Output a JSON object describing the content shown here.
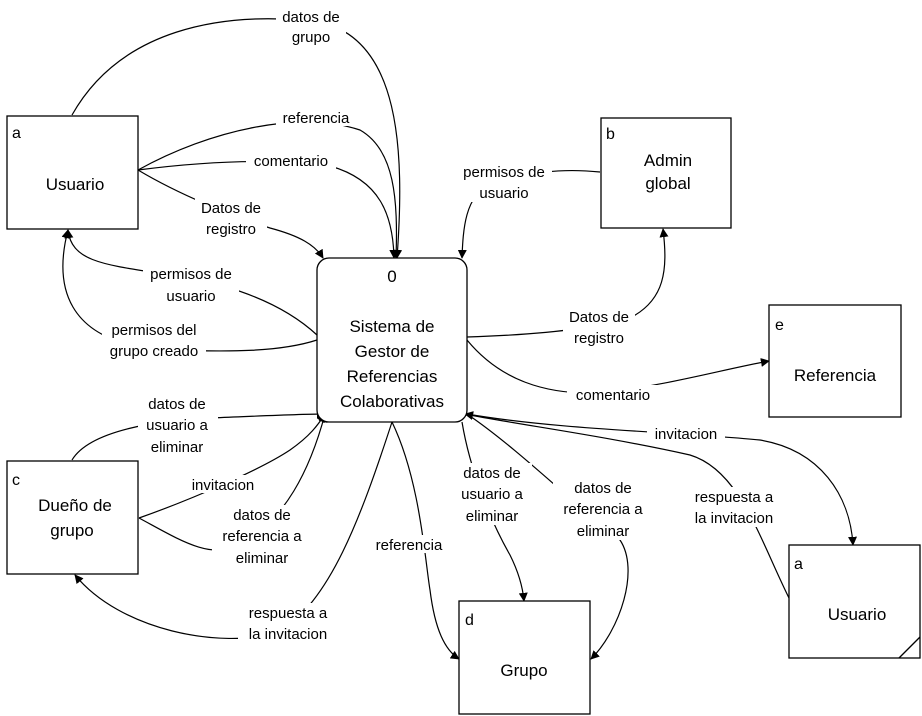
{
  "entities": {
    "usuario_left": {
      "tag": "a",
      "name": "Usuario"
    },
    "admin": {
      "tag": "b",
      "lines": [
        "Admin",
        "global"
      ]
    },
    "dueno": {
      "tag": "c",
      "lines": [
        "Dueño de",
        "grupo"
      ]
    },
    "grupo": {
      "tag": "d",
      "name": "Grupo"
    },
    "referencia": {
      "tag": "e",
      "name": "Referencia"
    },
    "usuario_right": {
      "tag": "a",
      "name": "Usuario"
    }
  },
  "process": {
    "number": "0",
    "lines": [
      "Sistema de",
      "Gestor de",
      "Referencias",
      "Colaborativas"
    ]
  },
  "flows": {
    "datos_grupo": [
      "datos de",
      "grupo"
    ],
    "referencia_top": [
      "referencia"
    ],
    "comentario_top": [
      "comentario"
    ],
    "datos_registro_left": [
      "Datos de",
      "registro"
    ],
    "permisos_usuario_left": [
      "permisos de",
      "usuario"
    ],
    "permisos_grupo": [
      "permisos del",
      "grupo creado"
    ],
    "permisos_usuario_admin": [
      "permisos de",
      "usuario"
    ],
    "datos_registro_admin": [
      "Datos de",
      "registro"
    ],
    "comentario_right": [
      "comentario"
    ],
    "invitacion_right": [
      "invitacion"
    ],
    "respuesta_right": [
      "respuesta a",
      "la invitacion"
    ],
    "datos_usuario_eliminar_dueno": [
      "datos de",
      "usuario a",
      "eliminar"
    ],
    "invitacion_dueno": [
      "invitacion"
    ],
    "datos_referencia_eliminar_dueno": [
      "datos de",
      "referencia a",
      "eliminar"
    ],
    "respuesta_dueno": [
      "respuesta a",
      "la invitacion"
    ],
    "referencia_grupo": [
      "referencia"
    ],
    "datos_usuario_eliminar_grupo": [
      "datos de",
      "usuario a",
      "eliminar"
    ],
    "datos_referencia_eliminar_grupo": [
      "datos de",
      "referencia a",
      "eliminar"
    ]
  }
}
